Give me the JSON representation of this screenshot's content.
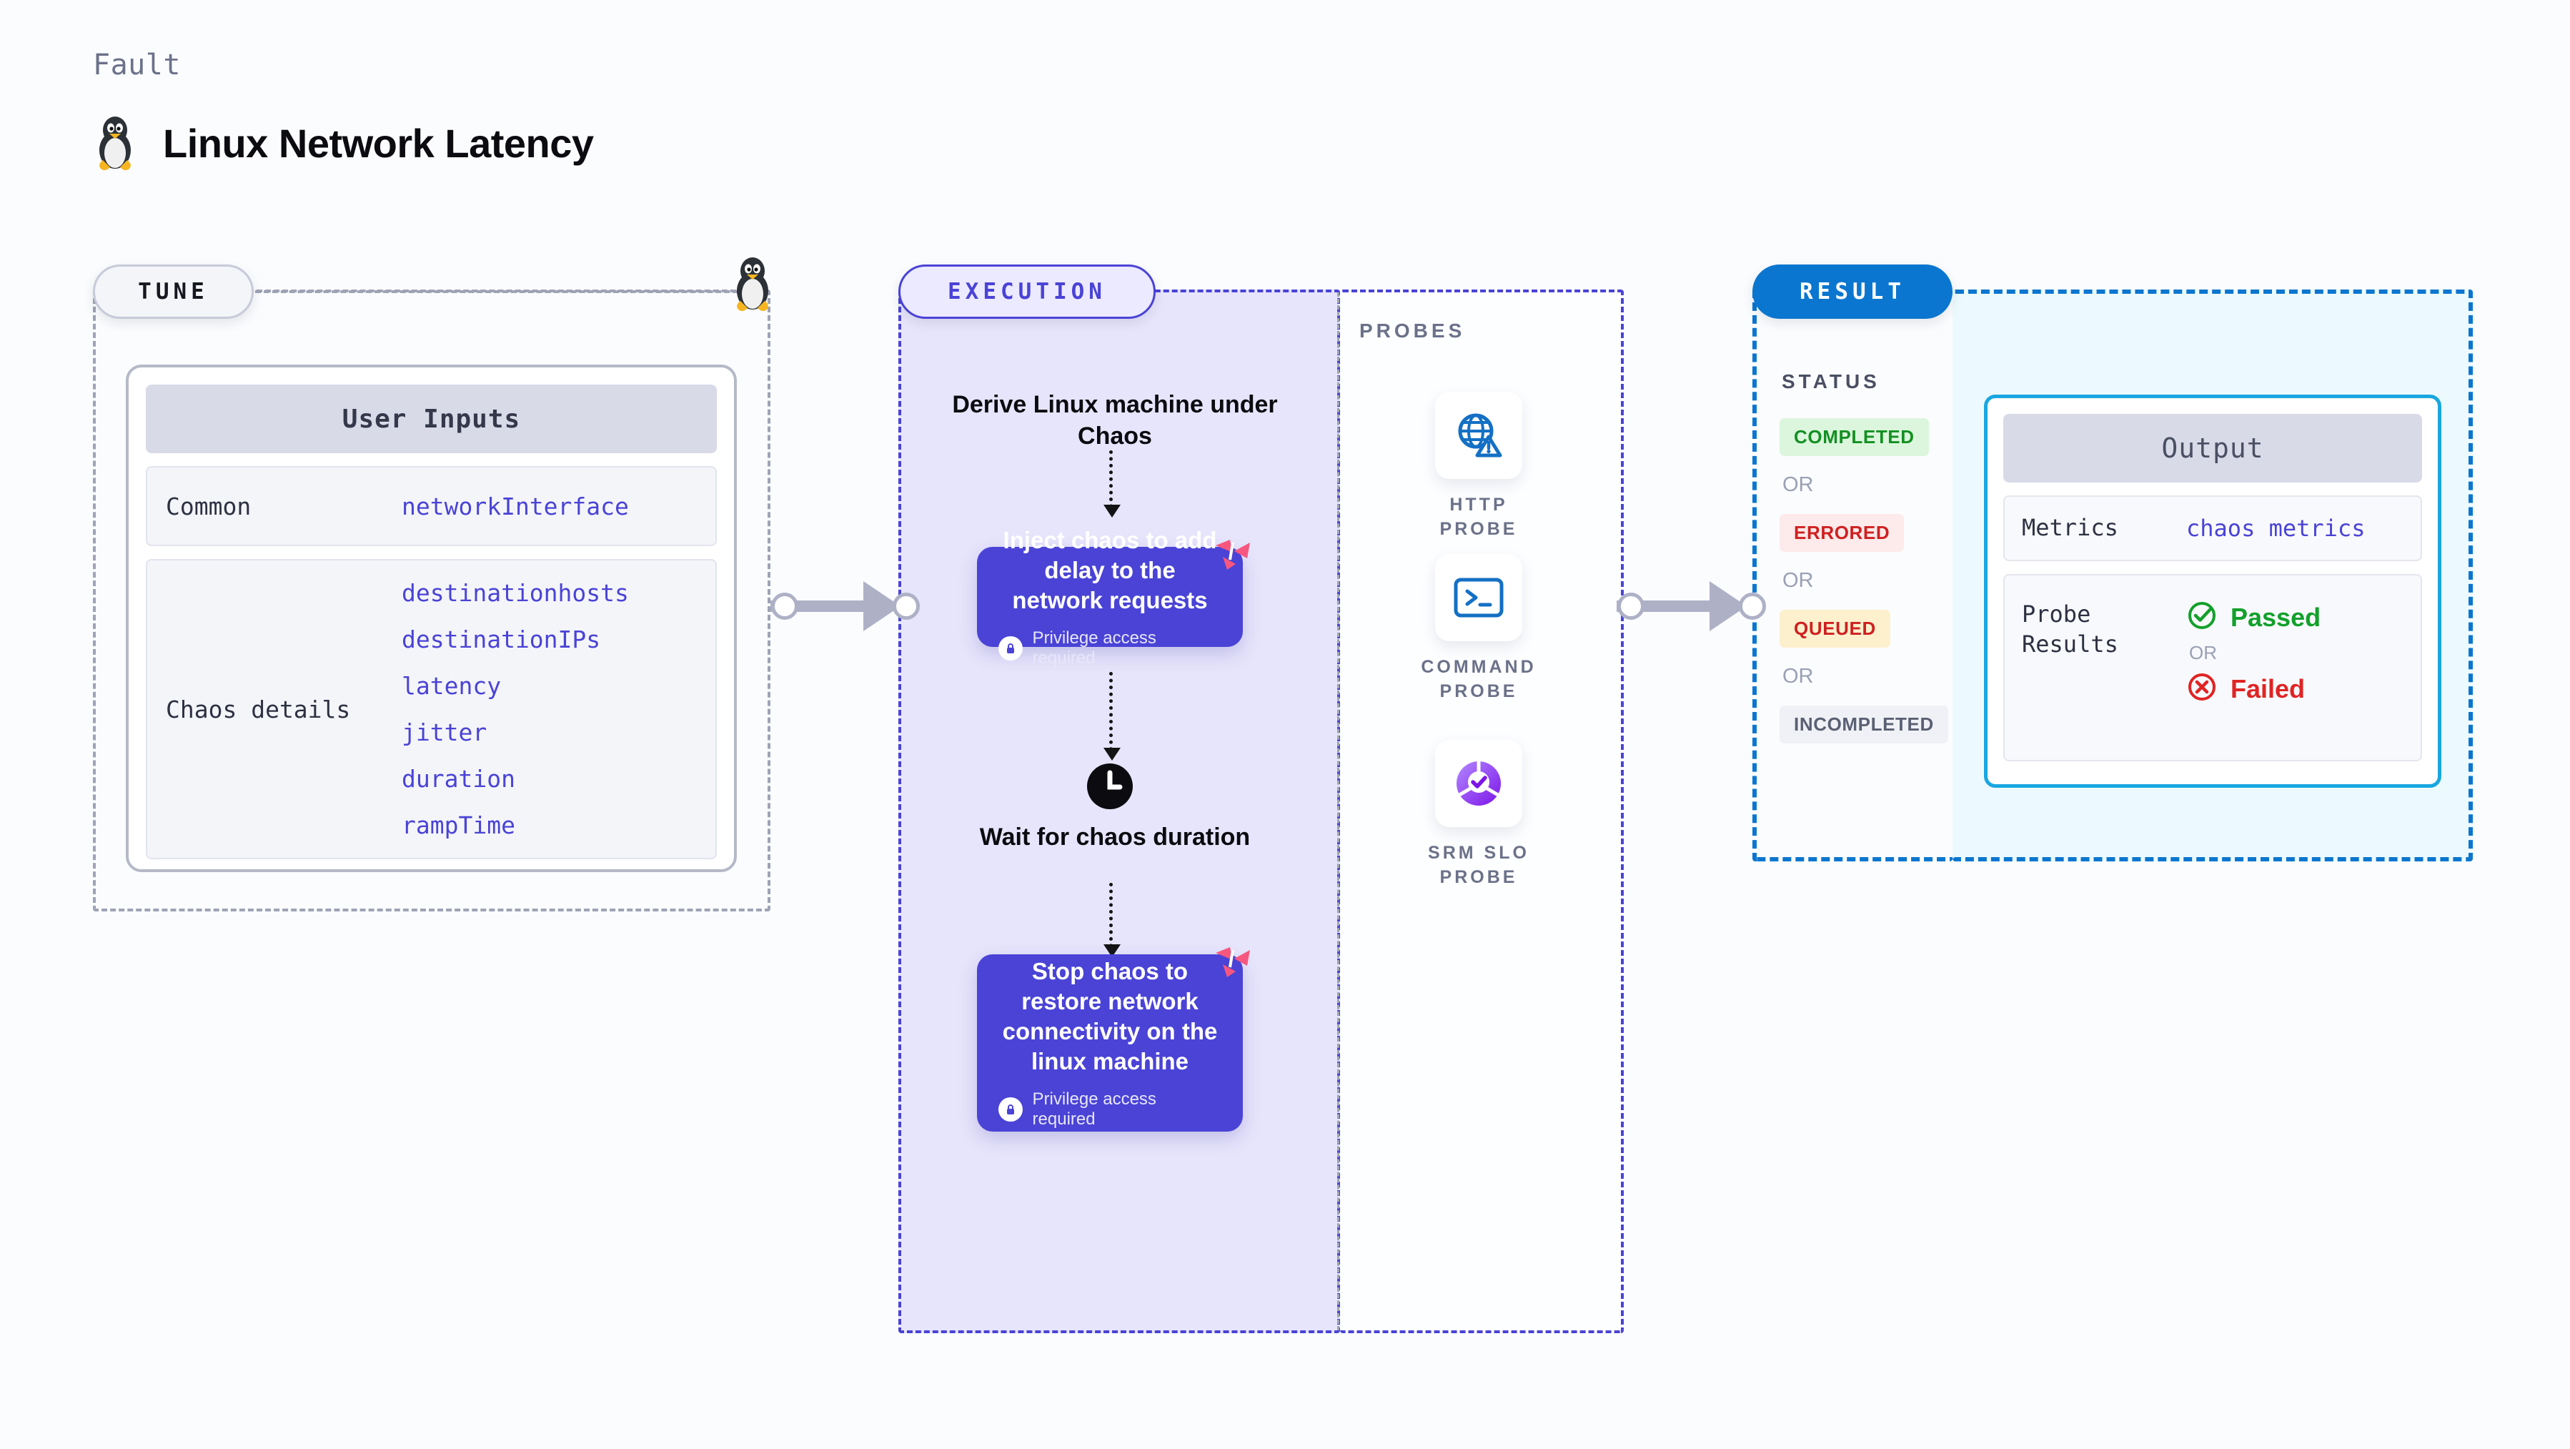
{
  "header": {
    "kicker": "Fault",
    "title": "Linux Network Latency",
    "icon": "linux-penguin-icon"
  },
  "sections": {
    "tune": {
      "pill_label": "TUNE",
      "trailing_icon": "linux-penguin-icon",
      "card": {
        "title": "User Inputs",
        "rows": [
          {
            "label": "Common",
            "values": [
              "networkInterface"
            ]
          },
          {
            "label": "Chaos details",
            "values": [
              "destinationhosts",
              "destinationIPs",
              "latency",
              "jitter",
              "duration",
              "rampTime"
            ]
          }
        ]
      }
    },
    "execution": {
      "pill_label": "EXECUTION",
      "steps": [
        {
          "type": "title",
          "text": "Derive Linux machine under Chaos"
        },
        {
          "type": "chaos-box",
          "text": "Inject chaos to add delay to the network requests",
          "privilege_note": "Privilege access required",
          "badge": "harness-logo-icon"
        },
        {
          "type": "title",
          "text": "Wait for chaos duration",
          "icon": "clock-icon"
        },
        {
          "type": "chaos-box",
          "text": "Stop chaos to restore network connectivity on the linux machine",
          "privilege_note": "Privilege access required",
          "badge": "harness-logo-icon"
        }
      ]
    },
    "probes": {
      "label": "PROBES",
      "items": [
        {
          "name": "HTTP PROBE",
          "icon": "globe-warning-icon"
        },
        {
          "name": "COMMAND PROBE",
          "icon": "terminal-prompt-icon"
        },
        {
          "name": "SRM SLO PROBE",
          "icon": "slo-check-donut-icon"
        }
      ]
    },
    "result": {
      "pill_label": "RESULT",
      "status_label": "STATUS",
      "or_label": "OR",
      "statuses": [
        {
          "text": "COMPLETED",
          "style": "sb-completed"
        },
        {
          "text": "ERRORED",
          "style": "sb-errored"
        },
        {
          "text": "QUEUED",
          "style": "sb-queued"
        },
        {
          "text": "INCOMPLETED",
          "style": "sb-incompleted"
        }
      ],
      "output": {
        "title": "Output",
        "metrics_label": "Metrics",
        "metrics_value": "chaos metrics",
        "probe_results_label": "Probe Results",
        "passed_label": "Passed",
        "failed_label": "Failed",
        "or_label": "OR",
        "passed_icon": "check-circle-icon",
        "failed_icon": "x-circle-icon"
      }
    }
  },
  "colors": {
    "accent_purple": "#4a43d6",
    "accent_blue": "#0b76cf",
    "accent_cyan": "#19a7e0",
    "harness_pink": "#f7577f",
    "success_green": "#12a02b",
    "error_red": "#e02424",
    "warning_yellow": "#fcf0cd",
    "muted_gray": "#9aa0b4"
  }
}
